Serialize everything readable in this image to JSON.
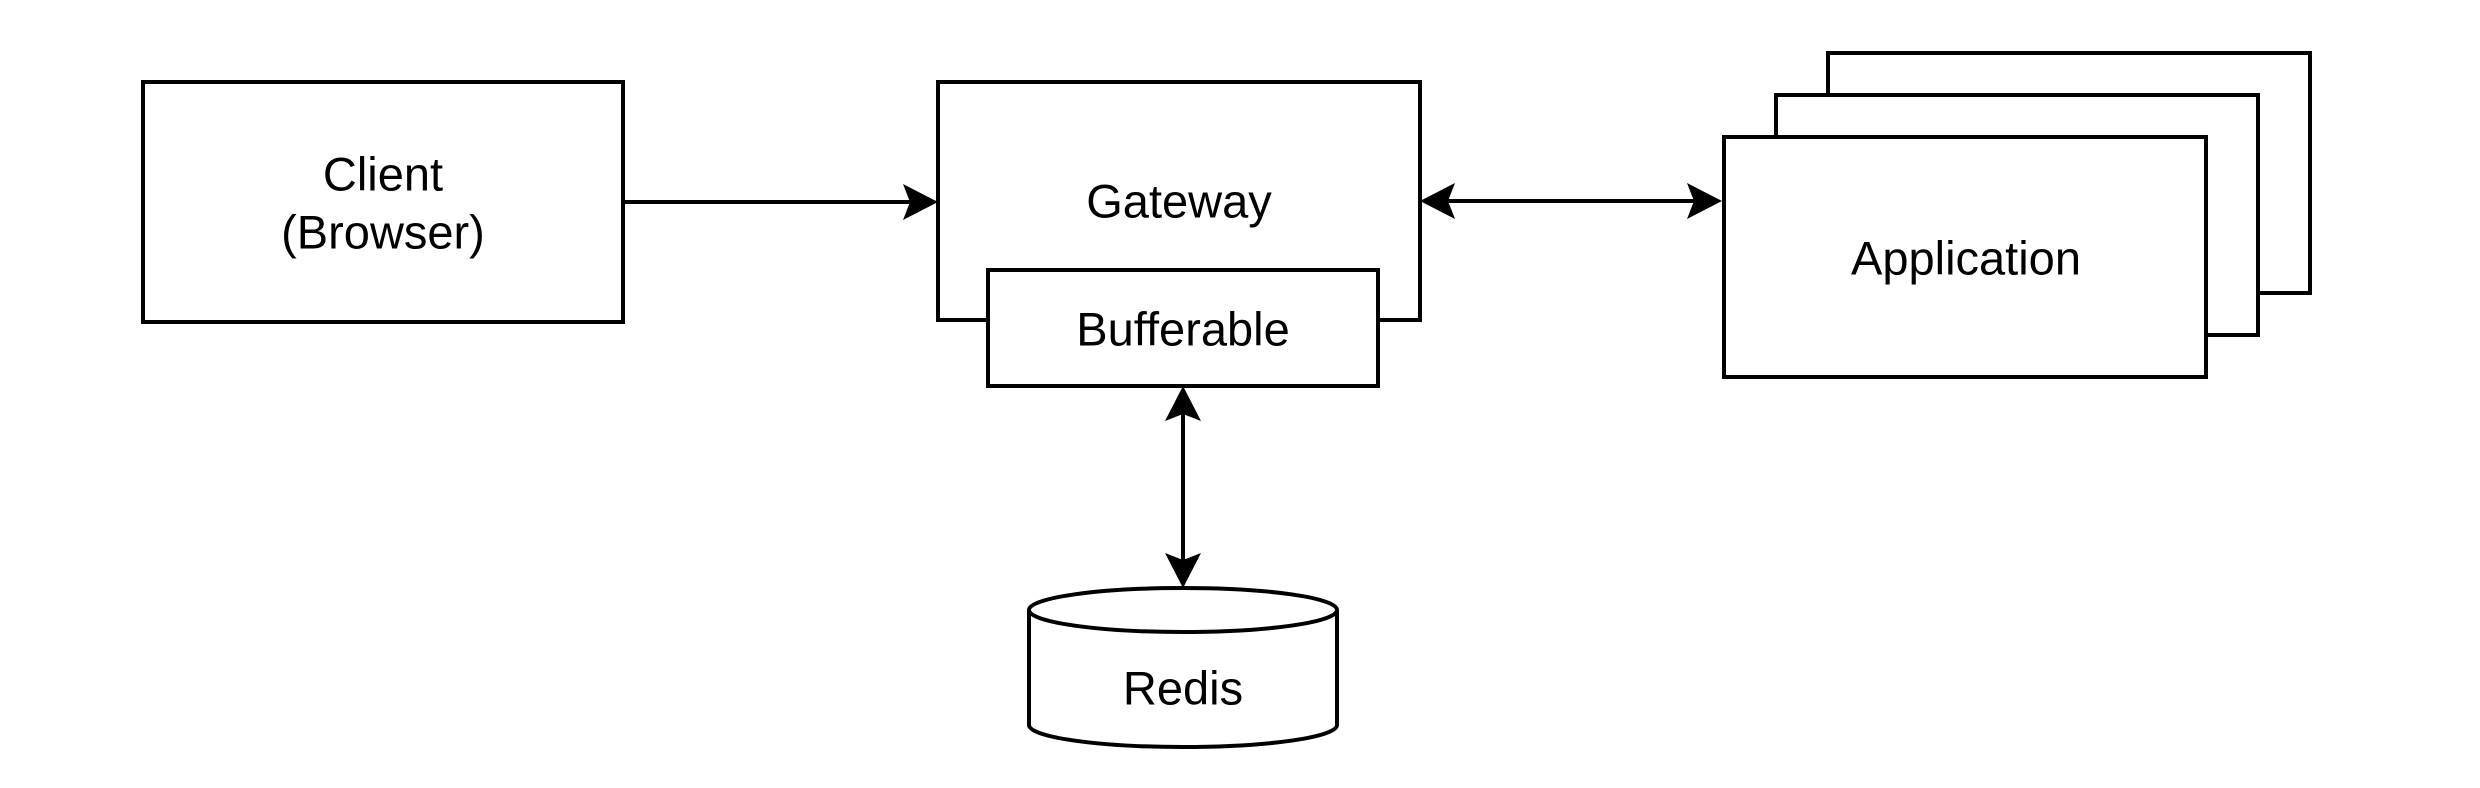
{
  "diagram": {
    "type": "architecture-flow-diagram",
    "background_color": "#ffffff",
    "shape_fill_color": "#ffffff",
    "stroke_color": "#000000",
    "text_color": "#000000",
    "nodes": {
      "client": {
        "label": "Client",
        "sublabel": "(Browser)",
        "shape": "rectangle"
      },
      "gateway": {
        "label": "Gateway",
        "shape": "rectangle"
      },
      "bufferable": {
        "label": "Bufferable",
        "shape": "rectangle",
        "note": "overlaps bottom edge of Gateway"
      },
      "application": {
        "label": "Application",
        "shape": "stacked-rectangles",
        "stack_count": 3
      },
      "redis": {
        "label": "Redis",
        "shape": "cylinder"
      }
    },
    "edges": [
      {
        "from": "client",
        "to": "gateway",
        "direction": "one-way",
        "arrowhead": "at-gateway"
      },
      {
        "from": "gateway",
        "to": "application",
        "direction": "two-way"
      },
      {
        "from": "bufferable",
        "to": "redis",
        "direction": "two-way"
      }
    ]
  }
}
